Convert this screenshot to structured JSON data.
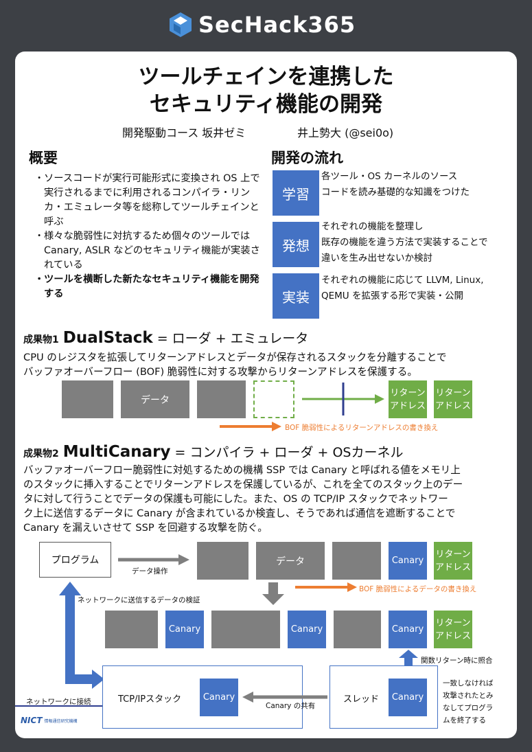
{
  "header": {
    "logo_text": "SecHack365"
  },
  "poster": {
    "title_line1": "ツールチェインを連携した",
    "title_line2": "セキュリティ機能の開発",
    "course": "開発駆動コース 坂井ゼミ",
    "author": "井上勢大 (@sei0o)"
  },
  "overview": {
    "heading": "概要",
    "bullets": [
      "ソースコードが実行可能形式に変換され OS 上で実行されるまでに利用されるコンパイラ・リンカ・エミュレータ等を総称してツールチェインと呼ぶ",
      "様々な脆弱性に対抗するため個々のツールでは Canary, ASLR などのセキュリティ機能が実装されている",
      "ツールを横断した新たなセキュリティ機能を開発する"
    ],
    "bullet_mark": "・"
  },
  "flow": {
    "heading": "開発の流れ",
    "steps": [
      {
        "label": "学習",
        "desc_1": "各ツール・OS カーネルのソース",
        "desc_2": "コードを読み基礎的な知識をつけた",
        "desc_3": ""
      },
      {
        "label": "発想",
        "desc_1": "それぞれの機能を整理し",
        "desc_2": "既存の機能を違う方法で実装することで",
        "desc_3": "違いを生み出せないか検討"
      },
      {
        "label": "実装",
        "desc_1": "それぞれの機能に応じて LLVM, Linux,",
        "desc_2": "QEMU を拡張する形で実装・公開",
        "desc_3": ""
      }
    ]
  },
  "result1": {
    "prefix": "成果物1",
    "name": "DualStack",
    "formula": " = ローダ + エミュレータ",
    "desc_1": "CPU のレジスタを拡張してリターンアドレスとデータが保存されるスタックを分離することで",
    "desc_2": "バッファオーバーフロー (BOF) 脆弱性に対する攻撃からリターンアドレスを保護する。",
    "data_label": "データ",
    "ret_label_1": "リターン",
    "ret_label_2": "アドレス",
    "bof_label": "BOF 脆弱性によるリターンアドレスの書き換え"
  },
  "result2": {
    "prefix": "成果物2",
    "name": "MultiCanary",
    "formula": " = コンパイラ + ローダ + OSカーネル",
    "desc_1": "バッファオーバーフロー脆弱性に対処するための機構 SSP では Canary と呼ばれる値をメモリ上",
    "desc_2": "のスタックに挿入することでリターンアドレスを保護しているが、これを全てのスタック上のデー",
    "desc_3": "タに対して行うことでデータの保護も可能にした。また、OS の TCP/IP スタックでネットワー",
    "desc_4": "ク上に送信するデータに Canary が含まれているか検査し、そうであれば通信を遮断することで",
    "desc_5": "Canary を漏えいさせて SSP を回避する攻撃を防ぐ。",
    "program_label": "プログラム",
    "data_op_label": "データ操作",
    "data_label": "データ",
    "canary_label": "Canary",
    "ret_label_1": "リターン",
    "ret_label_2": "アドレス",
    "bof_label": "BOF 脆弱性によるデータの書き換え",
    "net_check_label": "ネットワークに送信するデータの検証",
    "func_return_label": "関数リターン時に照合",
    "tcpip_label": "TCP/IPスタック",
    "thread_label": "スレッド",
    "canary_share_label": "Canary の共有",
    "network_label": "ネットワークに接続",
    "mismatch_1": "一致しなければ",
    "mismatch_2": "攻撃されたとみ",
    "mismatch_3": "なしてプログラ",
    "mismatch_4": "ムを終了する"
  },
  "footer": {
    "nict_logo": "NICT",
    "nict_sub": "情報通信研究機構"
  },
  "colors": {
    "blue": "#4472c4",
    "green": "#70ad47",
    "orange": "#ed7d31",
    "gray": "#7f7f7f",
    "background": "#3d4045"
  }
}
